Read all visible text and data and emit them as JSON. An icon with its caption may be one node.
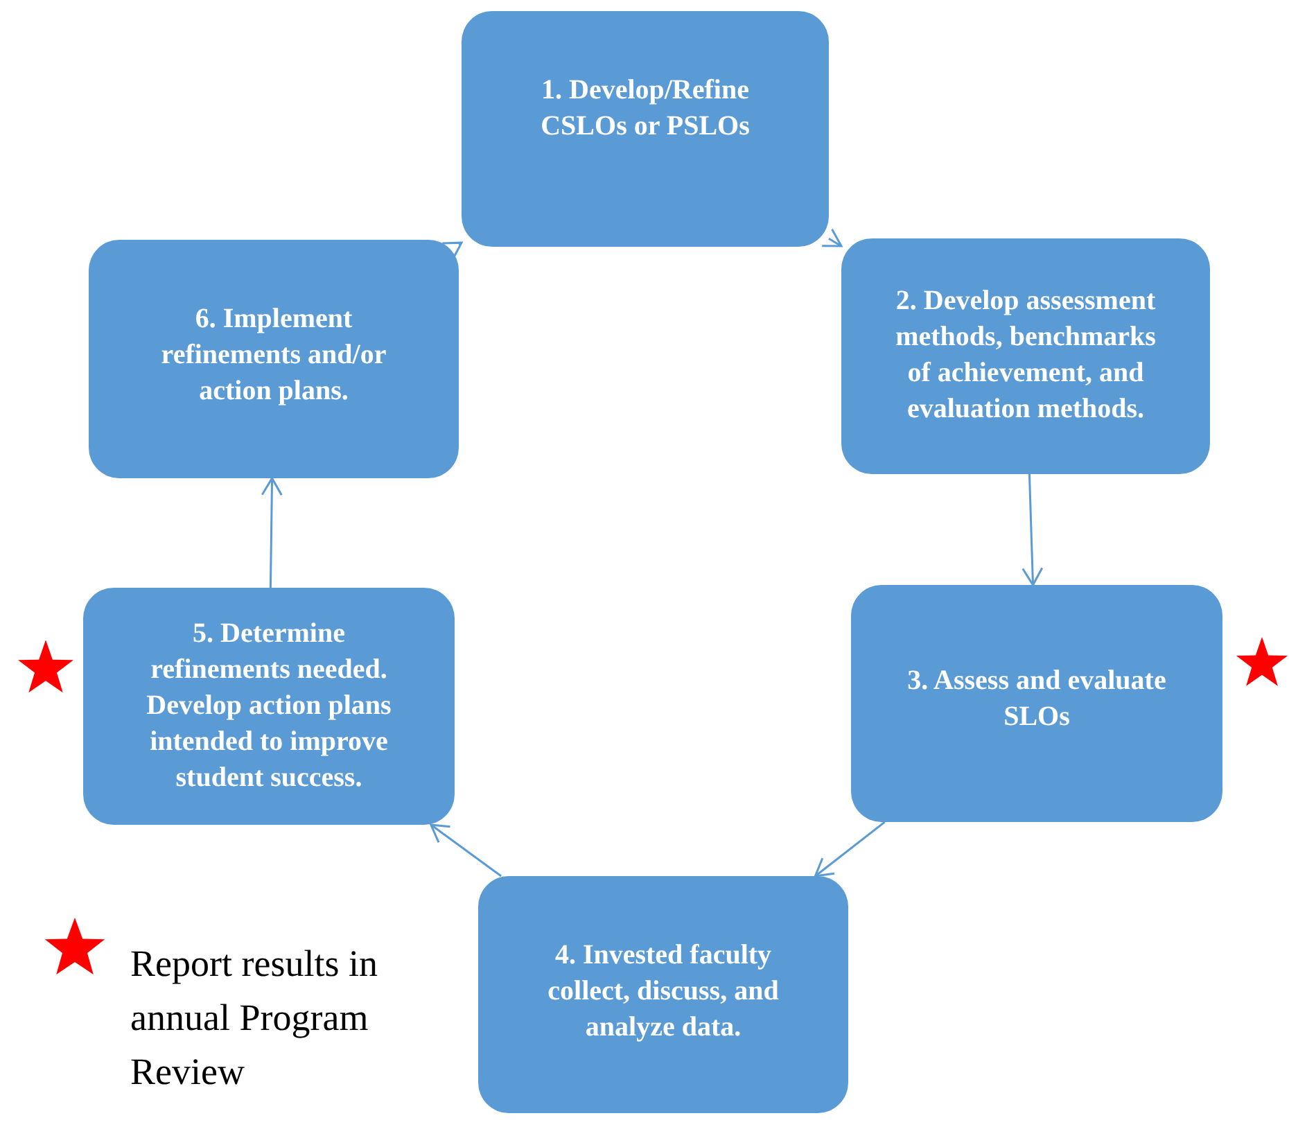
{
  "diagram": {
    "nodes": [
      {
        "text": [
          "1. Develop/Refine CSLOs or PSLOs"
        ]
      },
      {
        "text": [
          "2. Develop assessment methods, benchmarks of achievement, and evaluation methods."
        ]
      },
      {
        "text": [
          "3. Assess and evaluate SLOs"
        ]
      },
      {
        "text": [
          "4. Invested faculty collect, discuss, and analyze data."
        ]
      },
      {
        "text": [
          "5. Determine refinements needed. Develop action plans intended to improve student success."
        ]
      },
      {
        "text": [
          "6. Implement refinements and/or action plans."
        ]
      }
    ],
    "edges": [
      {
        "from": 0,
        "to": 1,
        "arrow": "to"
      },
      {
        "from": 1,
        "to": 2,
        "arrow": "to"
      },
      {
        "from": 2,
        "to": 3,
        "arrow": "to"
      },
      {
        "from": 3,
        "to": 4,
        "arrow": "to"
      },
      {
        "from": 4,
        "to": 5,
        "arrow": "to"
      },
      {
        "from": 5,
        "to": 0,
        "arrow": "to"
      }
    ],
    "legend": [
      {
        "text": "Report results in annual Program Review"
      }
    ]
  }
}
